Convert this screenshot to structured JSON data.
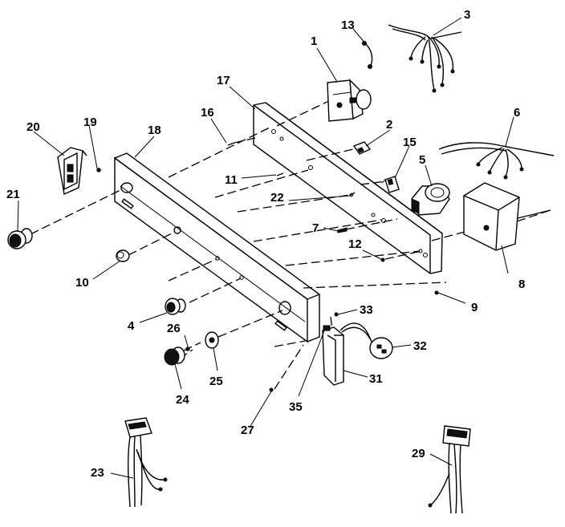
{
  "labels": {
    "p1": "1",
    "p2": "2",
    "p3": "3",
    "p4": "4",
    "p5": "5",
    "p6": "6",
    "p7": "7",
    "p8": "8",
    "p9": "9",
    "p10": "10",
    "p11": "11",
    "p12": "12",
    "p13": "13",
    "p15": "15",
    "p16": "16",
    "p17": "17",
    "p18": "18",
    "p19": "19",
    "p20": "20",
    "p21": "21",
    "p22": "22",
    "p23": "23",
    "p24": "24",
    "p25": "25",
    "p26": "26",
    "p27": "27",
    "p29": "29",
    "p31": "31",
    "p32": "32",
    "p33": "33",
    "p35": "35"
  }
}
